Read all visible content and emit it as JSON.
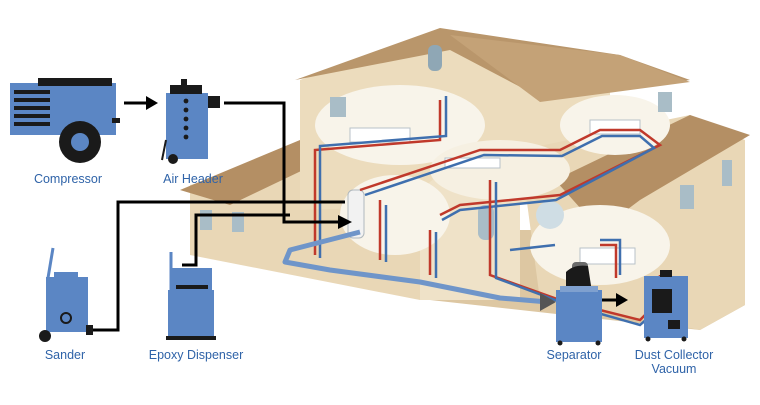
{
  "labels": {
    "compressor": "Compressor",
    "air_header": "Air Header",
    "sander": "Sander",
    "epoxy_dispenser": "Epoxy Dispenser",
    "separator": "Separator",
    "dust_collector_line1": "Dust Collector",
    "dust_collector_line2": "Vacuum"
  },
  "icons": {
    "compressor": "compressor-icon",
    "air_header": "air-header-icon",
    "sander": "sander-icon",
    "epoxy_dispenser": "epoxy-dispenser-icon",
    "separator": "separator-icon",
    "dust_collector": "dust-collector-vacuum-icon",
    "house": "house-cutaway-illustration"
  },
  "colors": {
    "equipment_blue": "#5b86c4",
    "equipment_dark": "#1a1a1a",
    "label_blue": "#2f63a8",
    "pipe_red": "#c0392b",
    "pipe_blue": "#3f6fae",
    "connector_black": "#000000",
    "house_wall": "#e9d7b6",
    "house_roof": "#b79468"
  }
}
